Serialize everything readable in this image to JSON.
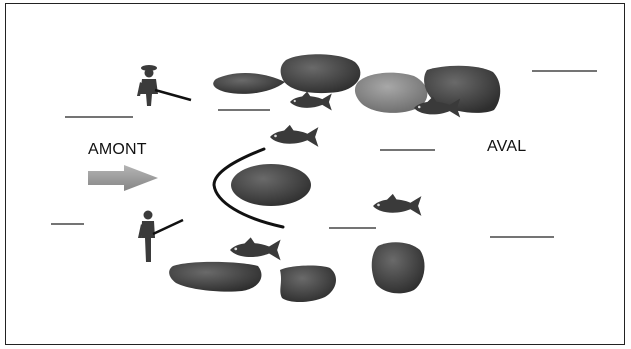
{
  "labels": {
    "upstream": "AMONT",
    "downstream": "AVAL"
  },
  "colors": {
    "rock_dark": "#4a4a4a",
    "rock_light": "#8c8c8c",
    "arrow": "#9a9a9a",
    "blank_line": "#222222"
  },
  "icons": [
    "fisher-figure",
    "fish",
    "rock",
    "flow-arrow",
    "barrier-curve"
  ]
}
